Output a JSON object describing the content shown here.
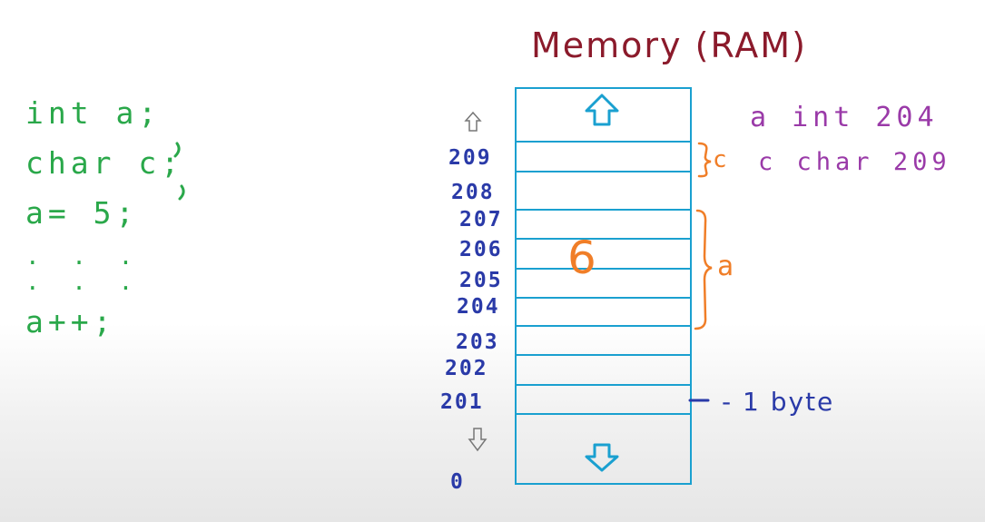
{
  "title": "Memory (RAM)",
  "code_lines": [
    "int a;",
    "char c;",
    "a= 5;",
    ". . .",
    ". . .",
    "a++;"
  ],
  "addresses": [
    "209",
    "208",
    "207",
    "206",
    "205",
    "204",
    "203",
    "202",
    "201",
    "0"
  ],
  "cell_value": "6",
  "bracket_labels": {
    "c": "c",
    "a": "a"
  },
  "byte_label": "- 1 byte",
  "symbol_table": [
    {
      "name": "a",
      "type": "int",
      "address": "204"
    },
    {
      "name": "c",
      "type": "char",
      "address": "209"
    }
  ],
  "colors": {
    "title": "#8b1a2b",
    "code": "#2aa84a",
    "address": "#2a3aa8",
    "cell": "#1aa0d0",
    "value": "#f07e28",
    "symbols": "#9a3aa8"
  },
  "icons": [
    "up-arrow-icon",
    "down-arrow-icon"
  ]
}
